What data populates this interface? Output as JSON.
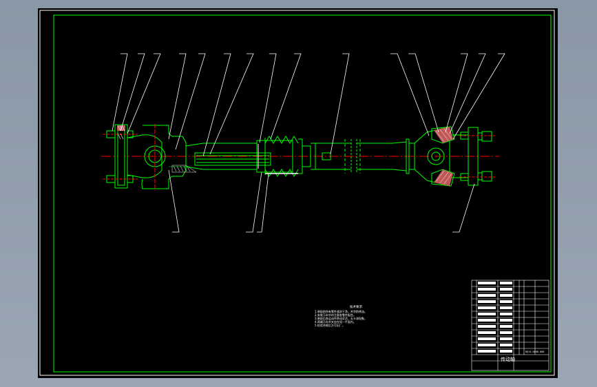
{
  "drawing": {
    "title": "传动轴",
    "drawing_number": "DQ14-0000-000"
  },
  "notes": {
    "heading": "技术要求",
    "lines": [
      "1.装配前所有零件清洗干净，并涂防锈油。",
      "2.安装万向节时注意各零件配合。",
      "3.装配后各运动件转动灵活，无卡滞现象。",
      "4.两端万向节叉应在同一平面内。",
      "5.检验合格后方可出厂。"
    ]
  },
  "colors": {
    "frame": "#ffffff",
    "border": "#00ff00",
    "part": "#00ff00",
    "centerline": "#ff0000",
    "hatch": "#ffffff",
    "leader": "#ffffff",
    "part_fill": "#c05858"
  }
}
